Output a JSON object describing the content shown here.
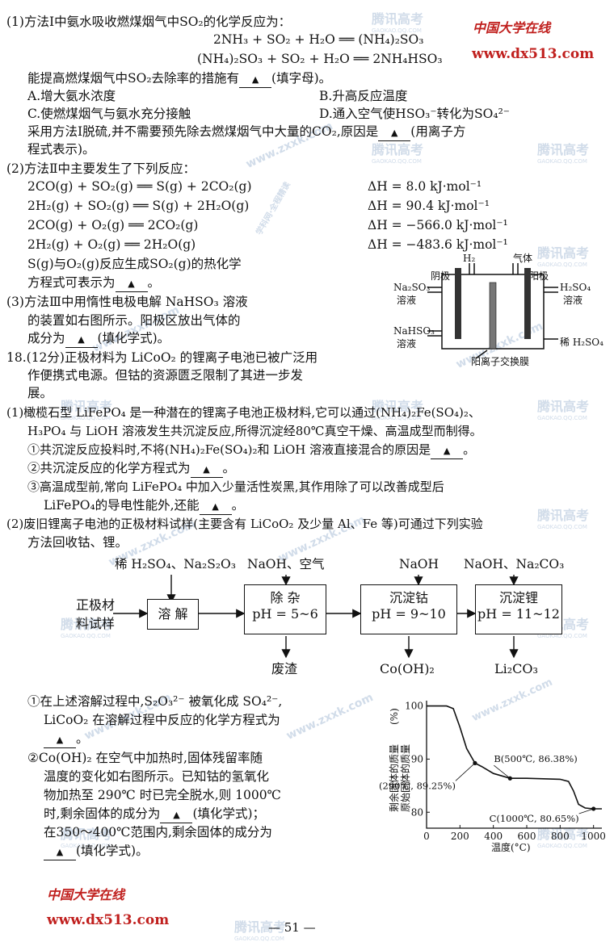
{
  "watermark": {
    "brand": "腾讯高考",
    "site": "GAOKAO.QQ.COM",
    "zxxk": "www.zxxk.com",
    "zxxk2": "学科网·全程精读"
  },
  "header": {
    "logo_text": "中国大学在线",
    "url": "www.dx513.com"
  },
  "q17": {
    "p1_intro": "(1)方法Ⅰ中氨水吸收燃煤烟气中SO₂的化学反应为：",
    "p1_eq1": "2NH₃ + SO₂ + H₂O ══ (NH₄)₂SO₃",
    "p1_eq2": "(NH₄)₂SO₃ + SO₂ + H₂O ══ 2NH₄HSO₃",
    "p1_ask": "能提高燃煤烟气中SO₂去除率的措施有",
    "p1_ask_tail": "(填字母)。",
    "opt_a": "A.增大氨水浓度",
    "opt_b": "B.升高反应温度",
    "opt_c": "C.使燃煤烟气与氨水充分接触",
    "opt_d": "D.通入空气使HSO₃⁻转化为SO₄²⁻",
    "p1_co2": "采用方法Ⅰ脱硫,并不需要预先除去燃煤烟气中大量的CO₂,原因是",
    "p1_co2_tail": "(用离子方",
    "p1_co2_tail2": "程式表示)。",
    "p2_intro": "(2)方法Ⅱ中主要发生了下列反应：",
    "r1": "2CO(g) + SO₂(g) ══ S(g) + 2CO₂(g)",
    "r2": "2H₂(g) + SO₂(g) ══ S(g) + 2H₂O(g)",
    "r3": "2CO(g) + O₂(g) ══ 2CO₂(g)",
    "r4": "2H₂(g) + O₂(g) ══ 2H₂O(g)",
    "h1": "ΔH = 8.0 kJ·mol⁻¹",
    "h2": "ΔH = 90.4 kJ·mol⁻¹",
    "h3": "ΔH = −566.0 kJ·mol⁻¹",
    "h4": "ΔH = −483.6 kJ·mol⁻¹",
    "p2_ask1": "S(g)与O₂(g)反应生成SO₂(g)的热化学",
    "p2_ask2": "方程式可表示为",
    "p3_l1": "(3)方法Ⅲ中用惰性电极电解 NaHSO₃ 溶液",
    "p3_l2": "的装置如右图所示。阳极区放出气体的",
    "p3_l3": "成分为",
    "p3_l3_tail": "(填化学式)。"
  },
  "cell": {
    "h2": "H₂",
    "gas": "气体",
    "cathode": "阴极",
    "anode": "阳极",
    "na2so3": "Na₂SO₃",
    "sol": "溶液",
    "h2so4": "H₂SO₄",
    "nahso3": "NaHSO₃",
    "dilute": "稀 H₂SO₄",
    "membrane": "阳离子交换膜"
  },
  "q18": {
    "head1": "18.(12分)正极材料为 LiCoO₂ 的锂离子电池已被广泛用",
    "head2": "作便携式电源。但钴的资源匮乏限制了其进一步发",
    "head3": "展。",
    "p1_l1": "(1)橄榄石型 LiFePO₄ 是一种潜在的锂离子电池正极材料,它可以通过(NH₄)₂Fe(SO₄)₂、",
    "p1_l2": "H₃PO₄ 与 LiOH 溶液发生共沉淀反应,所得沉淀经80℃真空干燥、高温成型而制得。",
    "p1_q1": "①共沉淀反应投料时,不将(NH₄)₂Fe(SO₄)₂和 LiOH 溶液直接混合的原因是",
    "p1_q2": "②共沉淀反应的化学方程式为",
    "p1_q3": "③高温成型前,常向 LiFePO₄ 中加入少量活性炭黑,其作用除了可以改善成型后",
    "p1_q3b": "LiFePO₄的导电性能外,还能",
    "p2_l1": "(2)废旧锂离子电池的正极材料试样(主要含有 LiCoO₂ 及少量 Al、Fe 等)可通过下列实验",
    "p2_l2": "方法回收钴、锂。",
    "p2_q1a": "①在上述溶解过程中,S₂O₃²⁻ 被氧化成 SO₄²⁻,",
    "p2_q1b": "LiCoO₂ 在溶解过程中反应的化学方程式为",
    "p2_q2a": "②Co(OH)₂ 在空气中加热时,固体残留率随",
    "p2_q2b": "温度的变化如右图所示。已知钴的氢氧化",
    "p2_q2c": "物加热至 290℃ 时已完全脱水,则 1000℃",
    "p2_q2d": "时,剩余固体的成分为",
    "p2_q2d_tail": "(填化学式)；",
    "p2_q2e": "在350～400℃范围内,剩余固体的成分为",
    "p2_q2f_tail": "(填化学式)。",
    "blank_mark": "▲",
    "period": "。"
  },
  "flow": {
    "reag1": "稀 H₂SO₄、Na₂S₂O₃",
    "reag2": "NaOH、空气",
    "reag3": "NaOH",
    "reag4": "NaOH、Na₂CO₃",
    "start1": "正极材",
    "start2": "料试样",
    "b1": "溶 解",
    "b2a": "除 杂",
    "b2b": "pH = 5~6",
    "b3a": "沉淀钴",
    "b3b": "pH = 9~10",
    "b4a": "沉淀锂",
    "b4b": "pH = 11~12",
    "p2": "废渣",
    "p3": "Co(OH)₂",
    "p4": "Li₂CO₃"
  },
  "chart_data": {
    "type": "line",
    "ylabel_top": "剩余固体的质量",
    "ylabel_bottom": "原始固体的质量",
    "ylabel_unit": "(%)",
    "xlabel": "温度(°C)",
    "x_ticks": [
      "0",
      "200",
      "400",
      "600",
      "800",
      "1000"
    ],
    "y_ticks": [
      "80",
      "90",
      "100"
    ],
    "xlim": [
      0,
      1050
    ],
    "ylim": [
      77,
      101
    ],
    "series": [
      {
        "points": [
          [
            0,
            100
          ],
          [
            120,
            100
          ],
          [
            160,
            99.5
          ],
          [
            200,
            96
          ],
          [
            240,
            92
          ],
          [
            290,
            89.25
          ],
          [
            330,
            88.6
          ],
          [
            400,
            87.3
          ],
          [
            500,
            86.38
          ],
          [
            600,
            86.38
          ],
          [
            700,
            86.3
          ],
          [
            800,
            86.2
          ],
          [
            850,
            85.8
          ],
          [
            880,
            84
          ],
          [
            910,
            81.5
          ],
          [
            950,
            80.8
          ],
          [
            1000,
            80.65
          ],
          [
            1050,
            80.65
          ]
        ]
      }
    ],
    "annotations": [
      {
        "label": "B(500℃, 86.38%)",
        "x": 500,
        "y": 86.38
      },
      {
        "label": "A(290℃, 89.25%)",
        "x": 290,
        "y": 89.25
      },
      {
        "label": "C(1000℃, 80.65%)",
        "x": 1000,
        "y": 80.65
      }
    ]
  },
  "footer": {
    "logo_text": "中国大学在线",
    "url": "www.dx513.com",
    "page": "— 51 —"
  }
}
